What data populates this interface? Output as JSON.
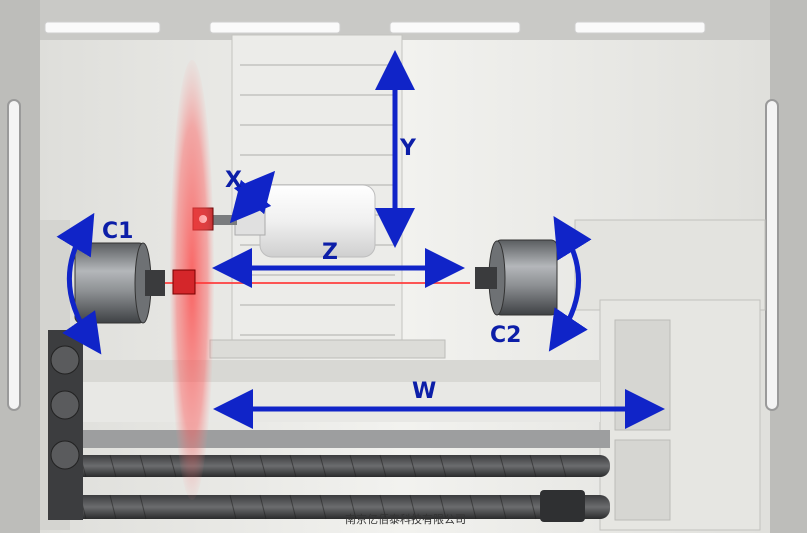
{
  "axes": {
    "y": "Y",
    "x": "X",
    "z": "Z",
    "w": "W",
    "c1": "C1",
    "c2": "C2"
  },
  "watermark": "南京亿佰泰科技有限公司",
  "colors": {
    "axis_arrow": "#1024c8",
    "laser": "#ff3a3a",
    "cabinet": "#e9e9e6",
    "chuck": "#8a8d90"
  }
}
